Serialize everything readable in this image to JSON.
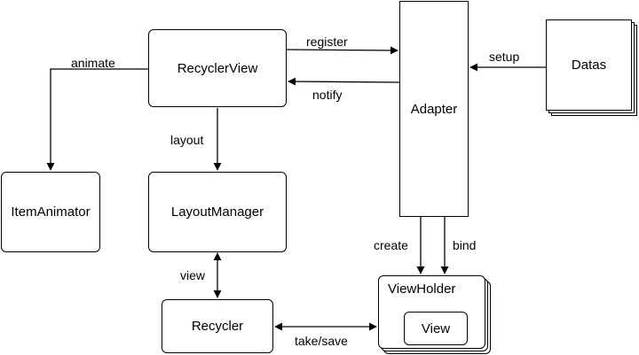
{
  "nodes": {
    "recyclerview": "RecyclerView",
    "adapter": "Adapter",
    "datas": "Datas",
    "itemanimator": "ItemAnimator",
    "layoutmanager": "LayoutManager",
    "recycler": "Recycler",
    "viewholder": "ViewHolder",
    "view": "View"
  },
  "edges": {
    "register": "register",
    "notify": "notify",
    "setup": "setup",
    "animate": "animate",
    "layout": "layout",
    "view": "view",
    "create": "create",
    "bind": "bind",
    "take_save": "take/save"
  },
  "colors": {
    "stroke": "#000000",
    "fill": "#ffffff"
  }
}
